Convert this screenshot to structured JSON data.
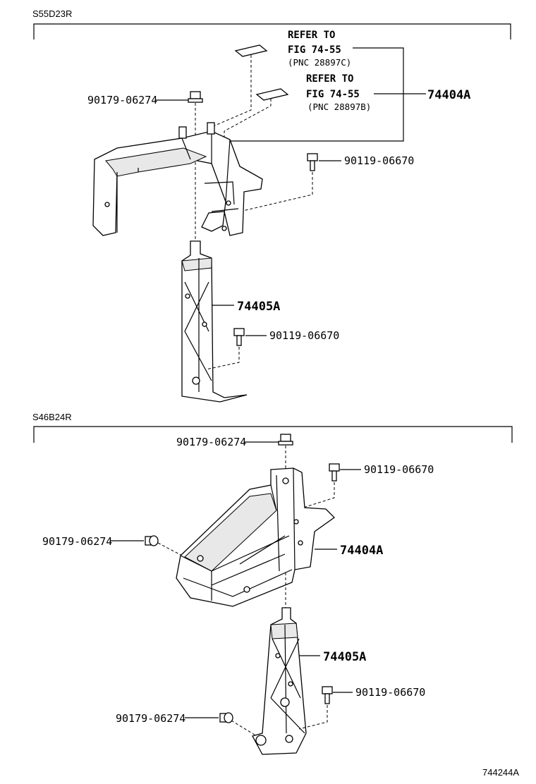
{
  "sections": [
    {
      "code": "S55D23R",
      "labels": {
        "refer1_line1": "REFER TO",
        "refer1_line2": "FIG 74-55",
        "refer1_line3": "(PNC 28897C)",
        "refer2_line1": "REFER TO",
        "refer2_line2": "FIG 74-55",
        "refer2_line3": "(PNC 28897B)",
        "bolt_top": "90179-06274",
        "main_part": "74404A",
        "bolt_right": "90119-06670",
        "lower_part": "74405A",
        "bolt_lower": "90119-06670"
      }
    },
    {
      "code": "S46B24R",
      "labels": {
        "bolt_top": "90179-06274",
        "bolt_right_top": "90119-06670",
        "bolt_left": "90179-06274",
        "main_part": "74404A",
        "lower_part": "74405A",
        "bolt_lower_right": "90119-06670",
        "bolt_lower_left": "90179-06274"
      }
    }
  ],
  "figure_code": "744244A"
}
